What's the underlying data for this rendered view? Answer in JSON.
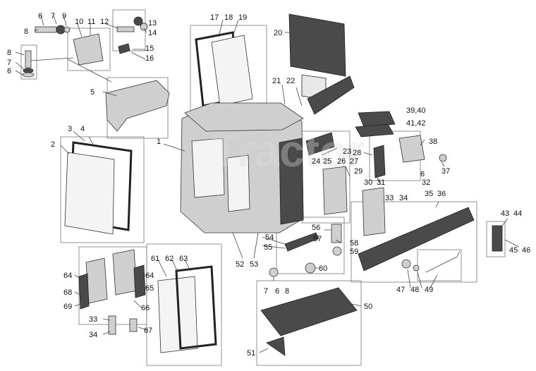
{
  "diagram": {
    "callouts": [
      "1",
      "2",
      "3",
      "4",
      "5",
      "6",
      "7",
      "8",
      "9",
      "10",
      "11",
      "12",
      "13",
      "14",
      "15",
      "16",
      "17",
      "18",
      "19",
      "20",
      "21",
      "22",
      "23",
      "24",
      "25",
      "26",
      "27",
      "28",
      "29",
      "30",
      "31",
      "32",
      "33",
      "34",
      "35",
      "36",
      "37",
      "38",
      "39,40",
      "41,42",
      "43",
      "44",
      "45",
      "46",
      "47",
      "48",
      "49",
      "50",
      "51",
      "52",
      "53",
      "54",
      "55",
      "56",
      "57",
      "58",
      "59",
      "60",
      "61",
      "62",
      "63",
      "64",
      "65",
      "66",
      "67",
      "68",
      "69"
    ],
    "watermark": "Tractor"
  }
}
